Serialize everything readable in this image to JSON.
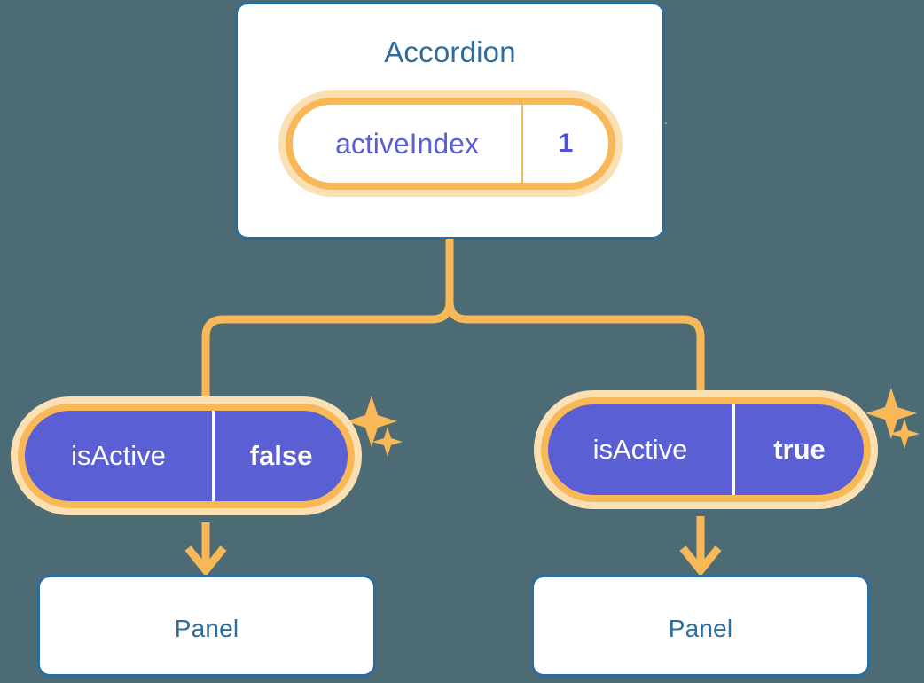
{
  "theme": {
    "background": "#4d6b74",
    "card_border": "#2a6d9e",
    "card_fill": "#ffffff",
    "title_text": "#2d6d9e",
    "ring_outer": "#fbe0b4",
    "ring_inner": "#f9b858",
    "pill_purple": "#5b5fd4",
    "pill_key_text": "#5b5fd4",
    "pill_value_text": "#4b51d8",
    "connector": "#f9b858"
  },
  "tree": {
    "root": {
      "title": "Accordion",
      "state": {
        "key": "activeIndex",
        "value": "1"
      }
    },
    "children": [
      {
        "state": {
          "key": "isActive",
          "value": "false"
        },
        "panel": {
          "title": "Panel"
        }
      },
      {
        "state": {
          "key": "isActive",
          "value": "true"
        },
        "panel": {
          "title": "Panel"
        }
      }
    ]
  },
  "icons": {
    "sparkle": "sparkle-icon",
    "arrow_down": "arrow-down-icon"
  }
}
